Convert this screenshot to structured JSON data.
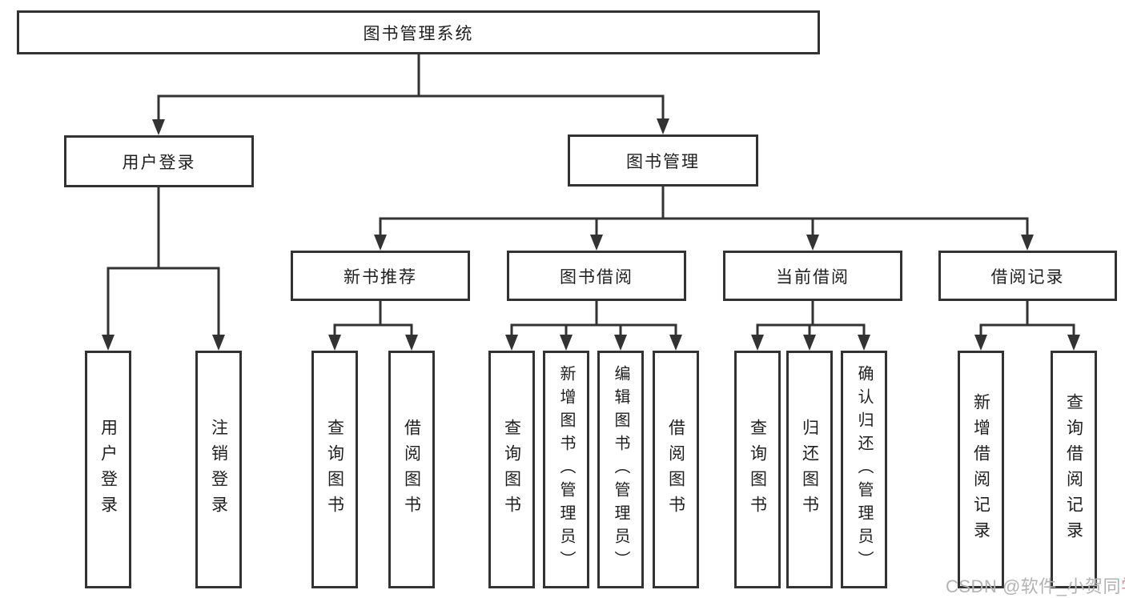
{
  "diagram": {
    "root": {
      "label": "图书管理系统"
    },
    "level2": [
      {
        "label": "用户登录"
      },
      {
        "label": "图书管理"
      }
    ],
    "level3": [
      {
        "label": "新书推荐"
      },
      {
        "label": "图书借阅"
      },
      {
        "label": "当前借阅"
      },
      {
        "label": "借阅记录"
      }
    ],
    "level4": [
      {
        "label": "用户登录"
      },
      {
        "label": "注销登录"
      },
      {
        "label": "查询图书"
      },
      {
        "label": "借阅图书"
      },
      {
        "label": "查询图书"
      },
      {
        "label": "新增图书（管理员）"
      },
      {
        "label": "编辑图书（管理员）"
      },
      {
        "label": "借阅图书"
      },
      {
        "label": "查询图书"
      },
      {
        "label": "归还图书"
      },
      {
        "label": "确认归还（管理员）"
      },
      {
        "label": "新增借阅记录"
      },
      {
        "label": "查询借阅记录"
      }
    ]
  },
  "watermark": {
    "text_main": "CSDN @软件_小贺同",
    "text_accent": "学"
  },
  "colors": {
    "line": "#333333",
    "box_border": "#333333",
    "text": "#1f1f1f",
    "background": "#ffffff",
    "watermark_gray": "#b3b3b3",
    "watermark_accent": "#d99090"
  }
}
